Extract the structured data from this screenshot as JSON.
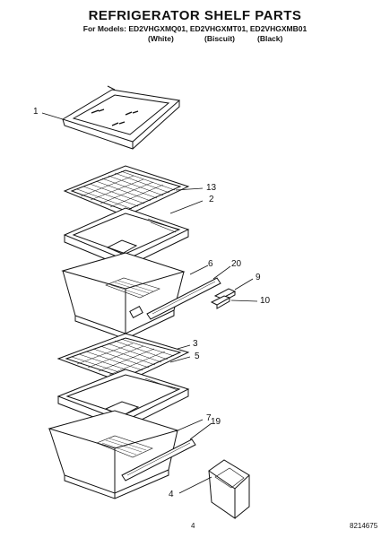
{
  "header": {
    "title": "REFRIGERATOR SHELF PARTS",
    "models": "For Models: ED2VHGXMQ01, ED2VHGXMT01, ED2VHGXMB01",
    "variants": [
      "(White)",
      "(Biscuit)",
      "(Black)"
    ]
  },
  "callouts": [
    "1",
    "13",
    "2",
    "6",
    "20",
    "9",
    "10",
    "3",
    "5",
    "7",
    "19",
    "4"
  ],
  "footer": {
    "page": "4",
    "doc_number": "8214675"
  }
}
